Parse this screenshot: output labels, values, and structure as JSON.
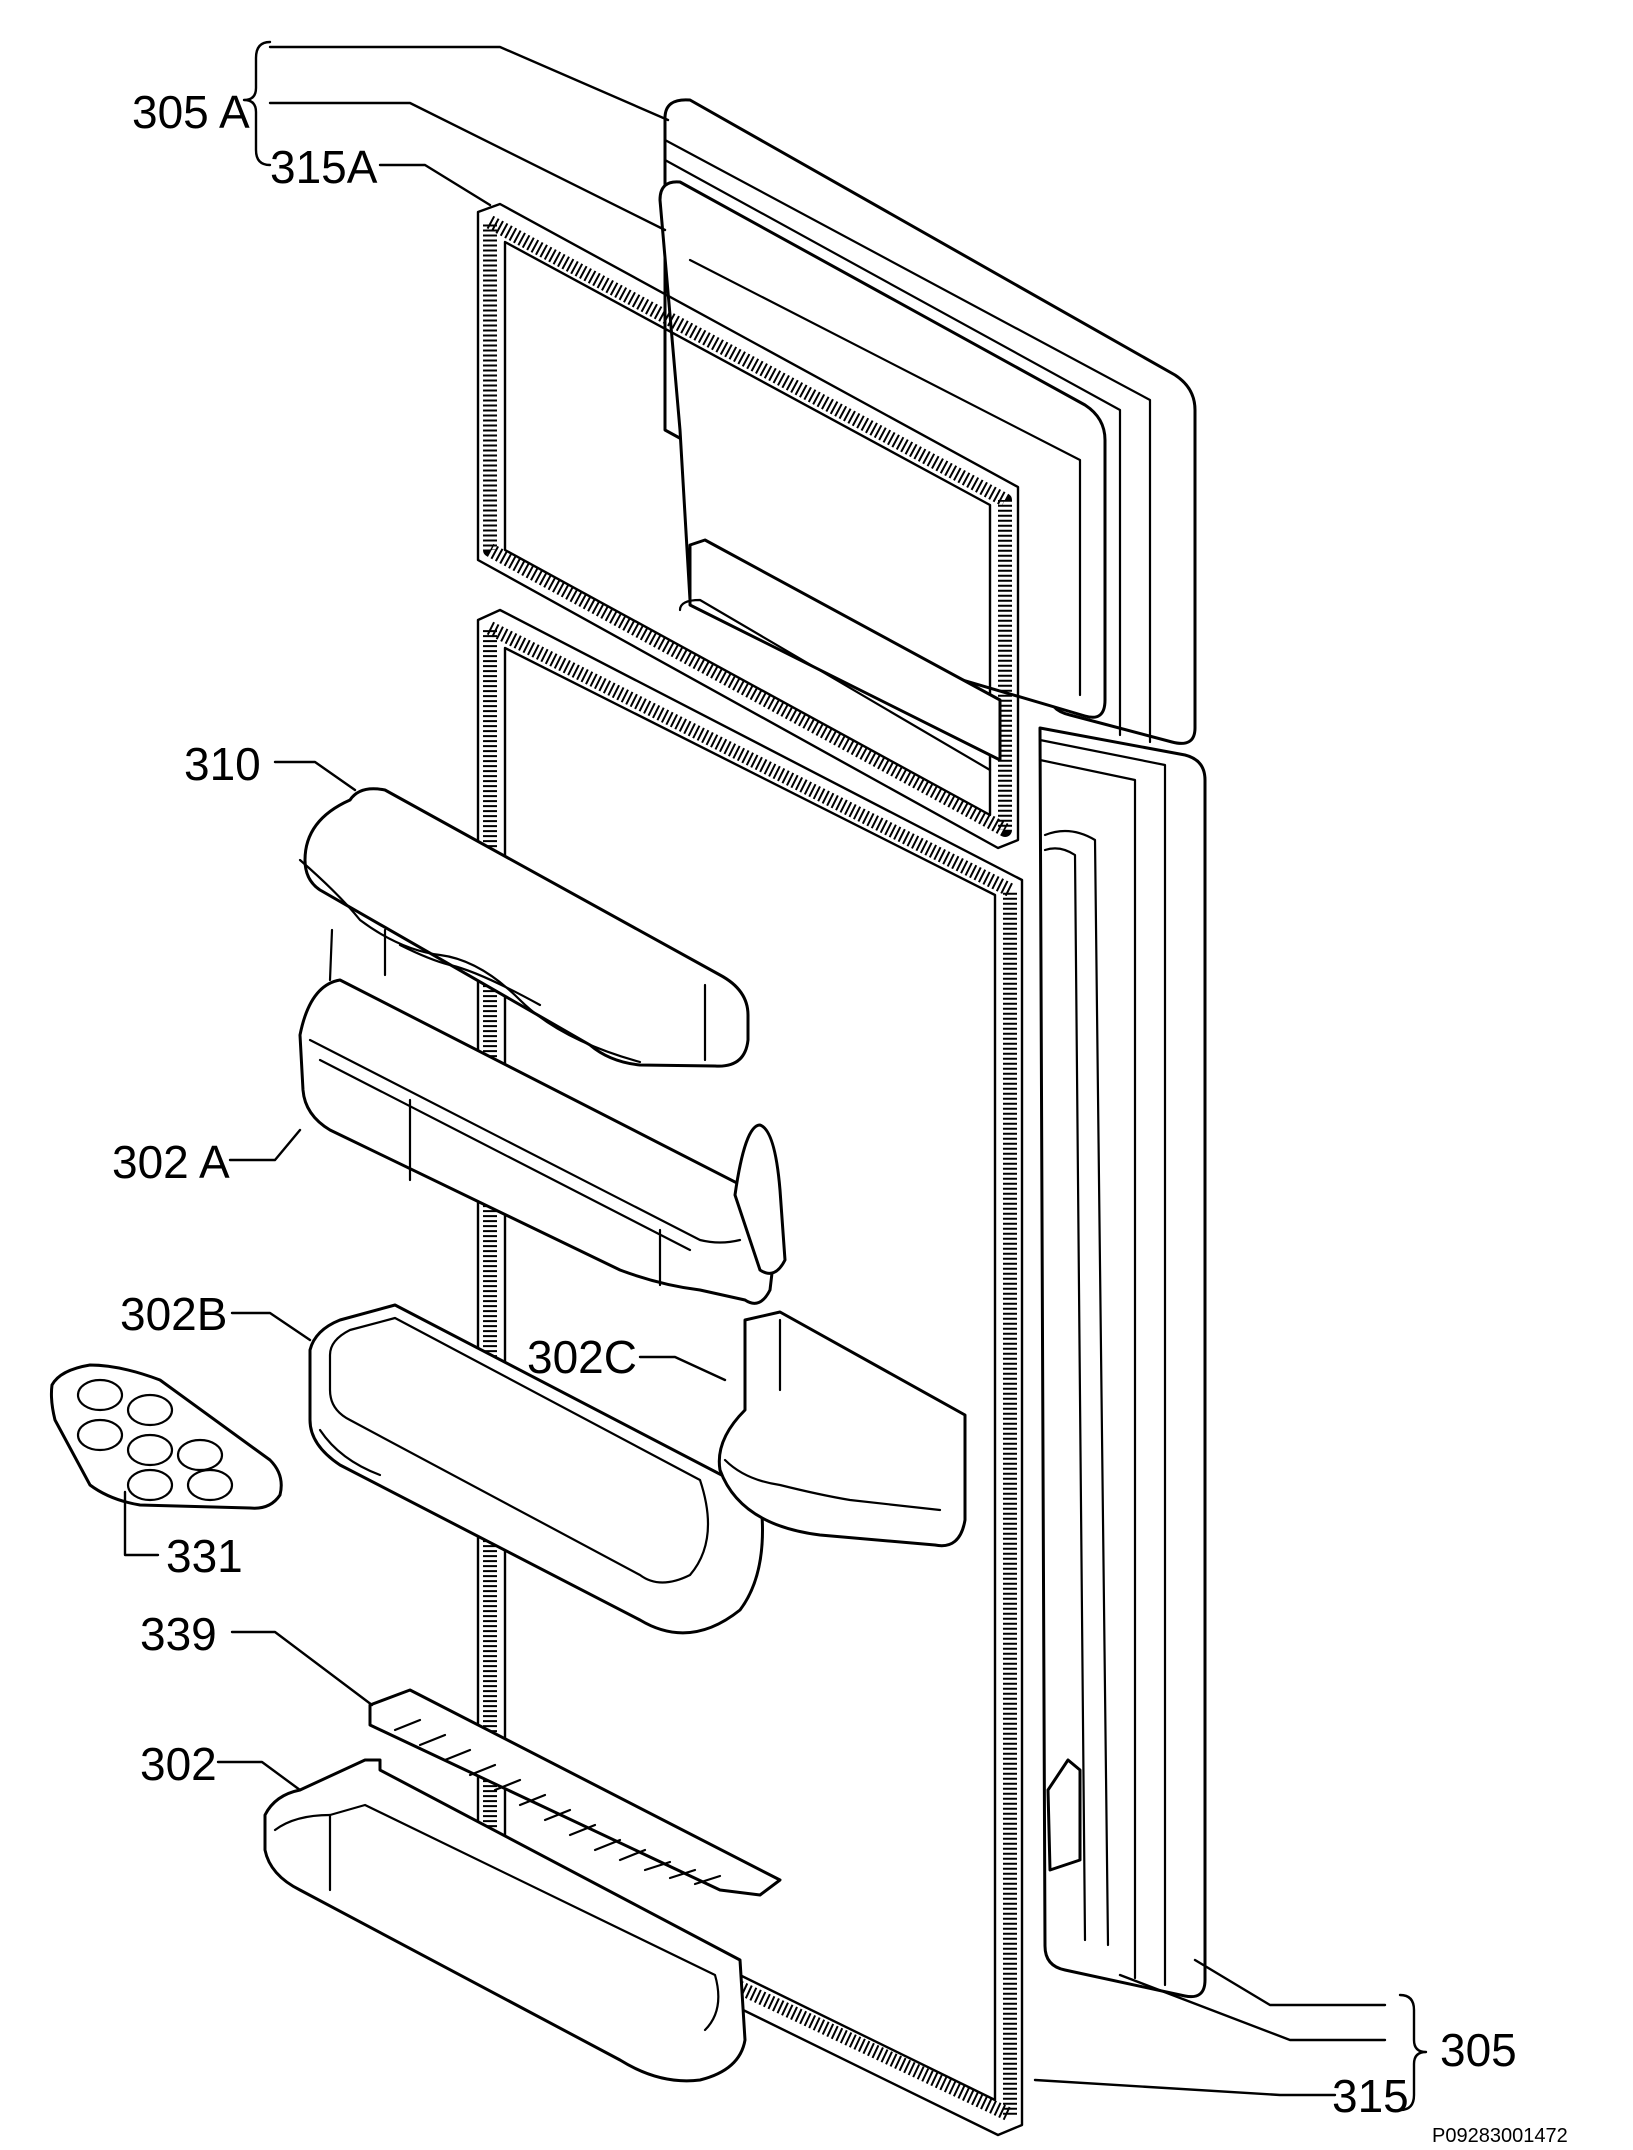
{
  "labels": {
    "l305a": "305 A",
    "l315a": "315A",
    "l310": "310",
    "l302a": "302 A",
    "l302b": "302B",
    "l302c": "302C",
    "l331": "331",
    "l339": "339",
    "l302": "302",
    "l305": "305",
    "l315": "315"
  },
  "drawing_code": "P09283001472"
}
